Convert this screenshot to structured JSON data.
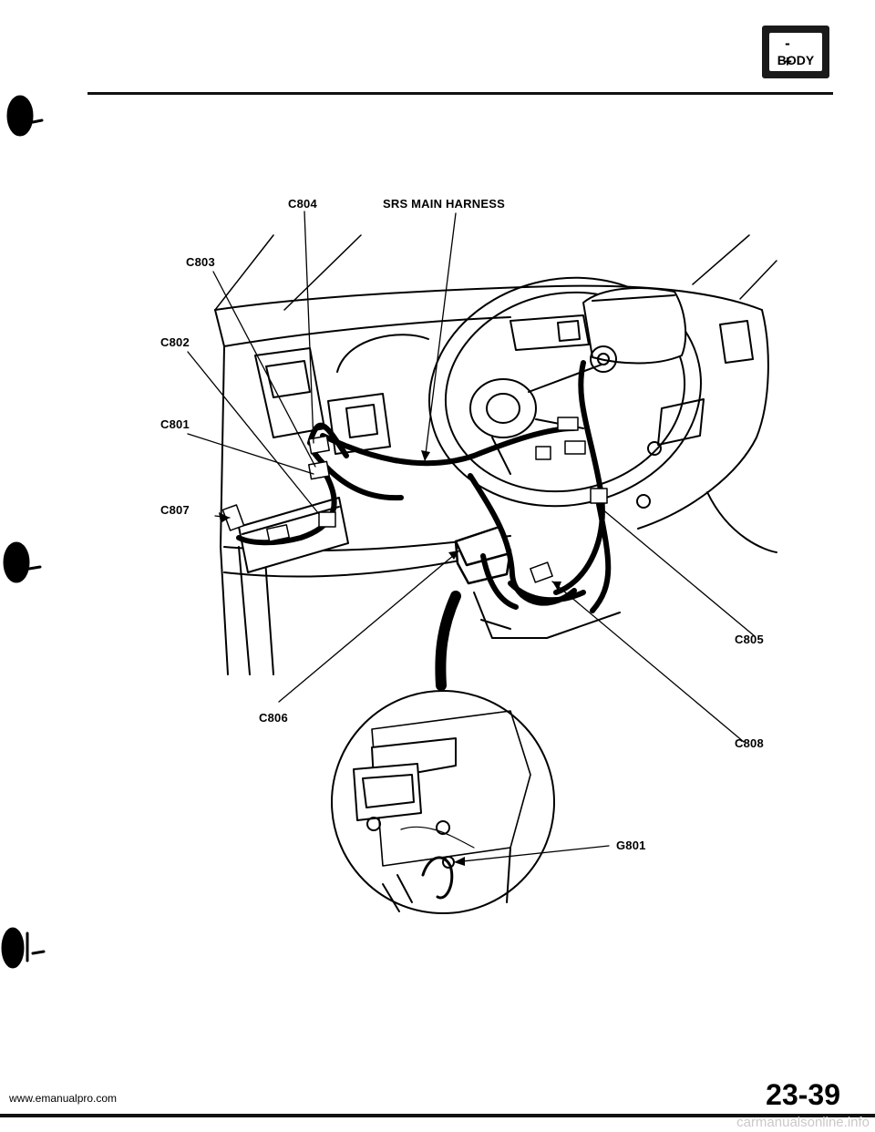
{
  "badge": {
    "signs": "- +",
    "label": "BODY"
  },
  "callouts": {
    "c804": "C804",
    "srs_main_harness": "SRS MAIN HARNESS",
    "c803": "C803",
    "c802": "C802",
    "c801": "C801",
    "c807": "C807",
    "c805": "C805",
    "c806": "C806",
    "c808": "C808",
    "g801": "G801"
  },
  "page_number": "23-39",
  "footer": {
    "url": "www.emanualpro.com",
    "watermark": "carmanualsonline.info"
  }
}
